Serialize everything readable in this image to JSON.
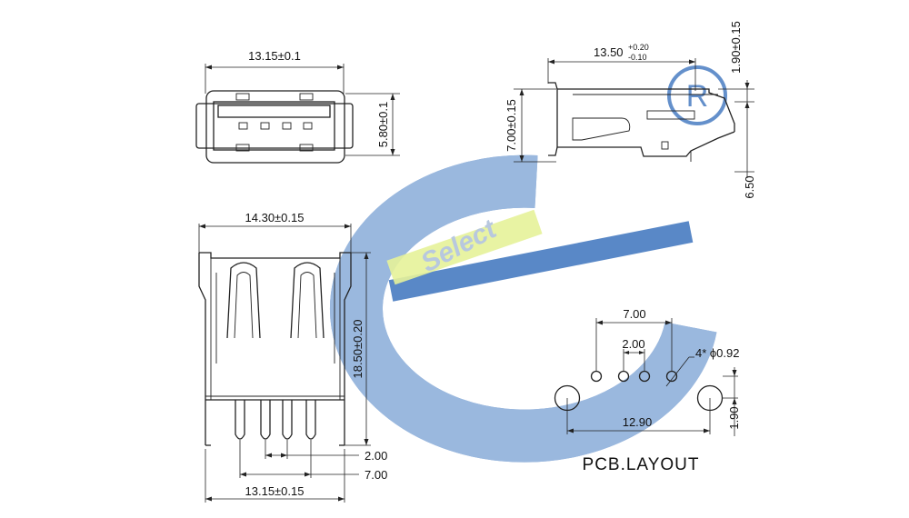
{
  "watermark": {
    "brand": "Select",
    "registered_mark": "R",
    "colors": {
      "blue": "#3d74be",
      "light_blue": "#c7d8ee",
      "lime": "#e6f29a",
      "brand_text": "#b8c8de"
    }
  },
  "top_view": {
    "width": "13.15±0.1",
    "height": "5.80±0.1"
  },
  "side_view": {
    "length_nominal": "13.50",
    "length_tol_plus": "+0.20",
    "length_tol_minus": "-0.10",
    "height": "7.00±0.15",
    "tab_height": "1.90±0.15",
    "pin_drop": "6.50"
  },
  "front_view": {
    "width": "14.30±0.15",
    "height": "18.50±0.20",
    "pin_pitch": "2.00",
    "pin_span": "7.00",
    "base_width": "13.15±0.15"
  },
  "pcb_layout": {
    "title": "PCB.LAYOUT",
    "pin_span": "7.00",
    "pin_pitch": "2.00",
    "hole_spec": "4* ϕ0.92",
    "mount_span": "12.90",
    "mount_offset": "1.90"
  }
}
